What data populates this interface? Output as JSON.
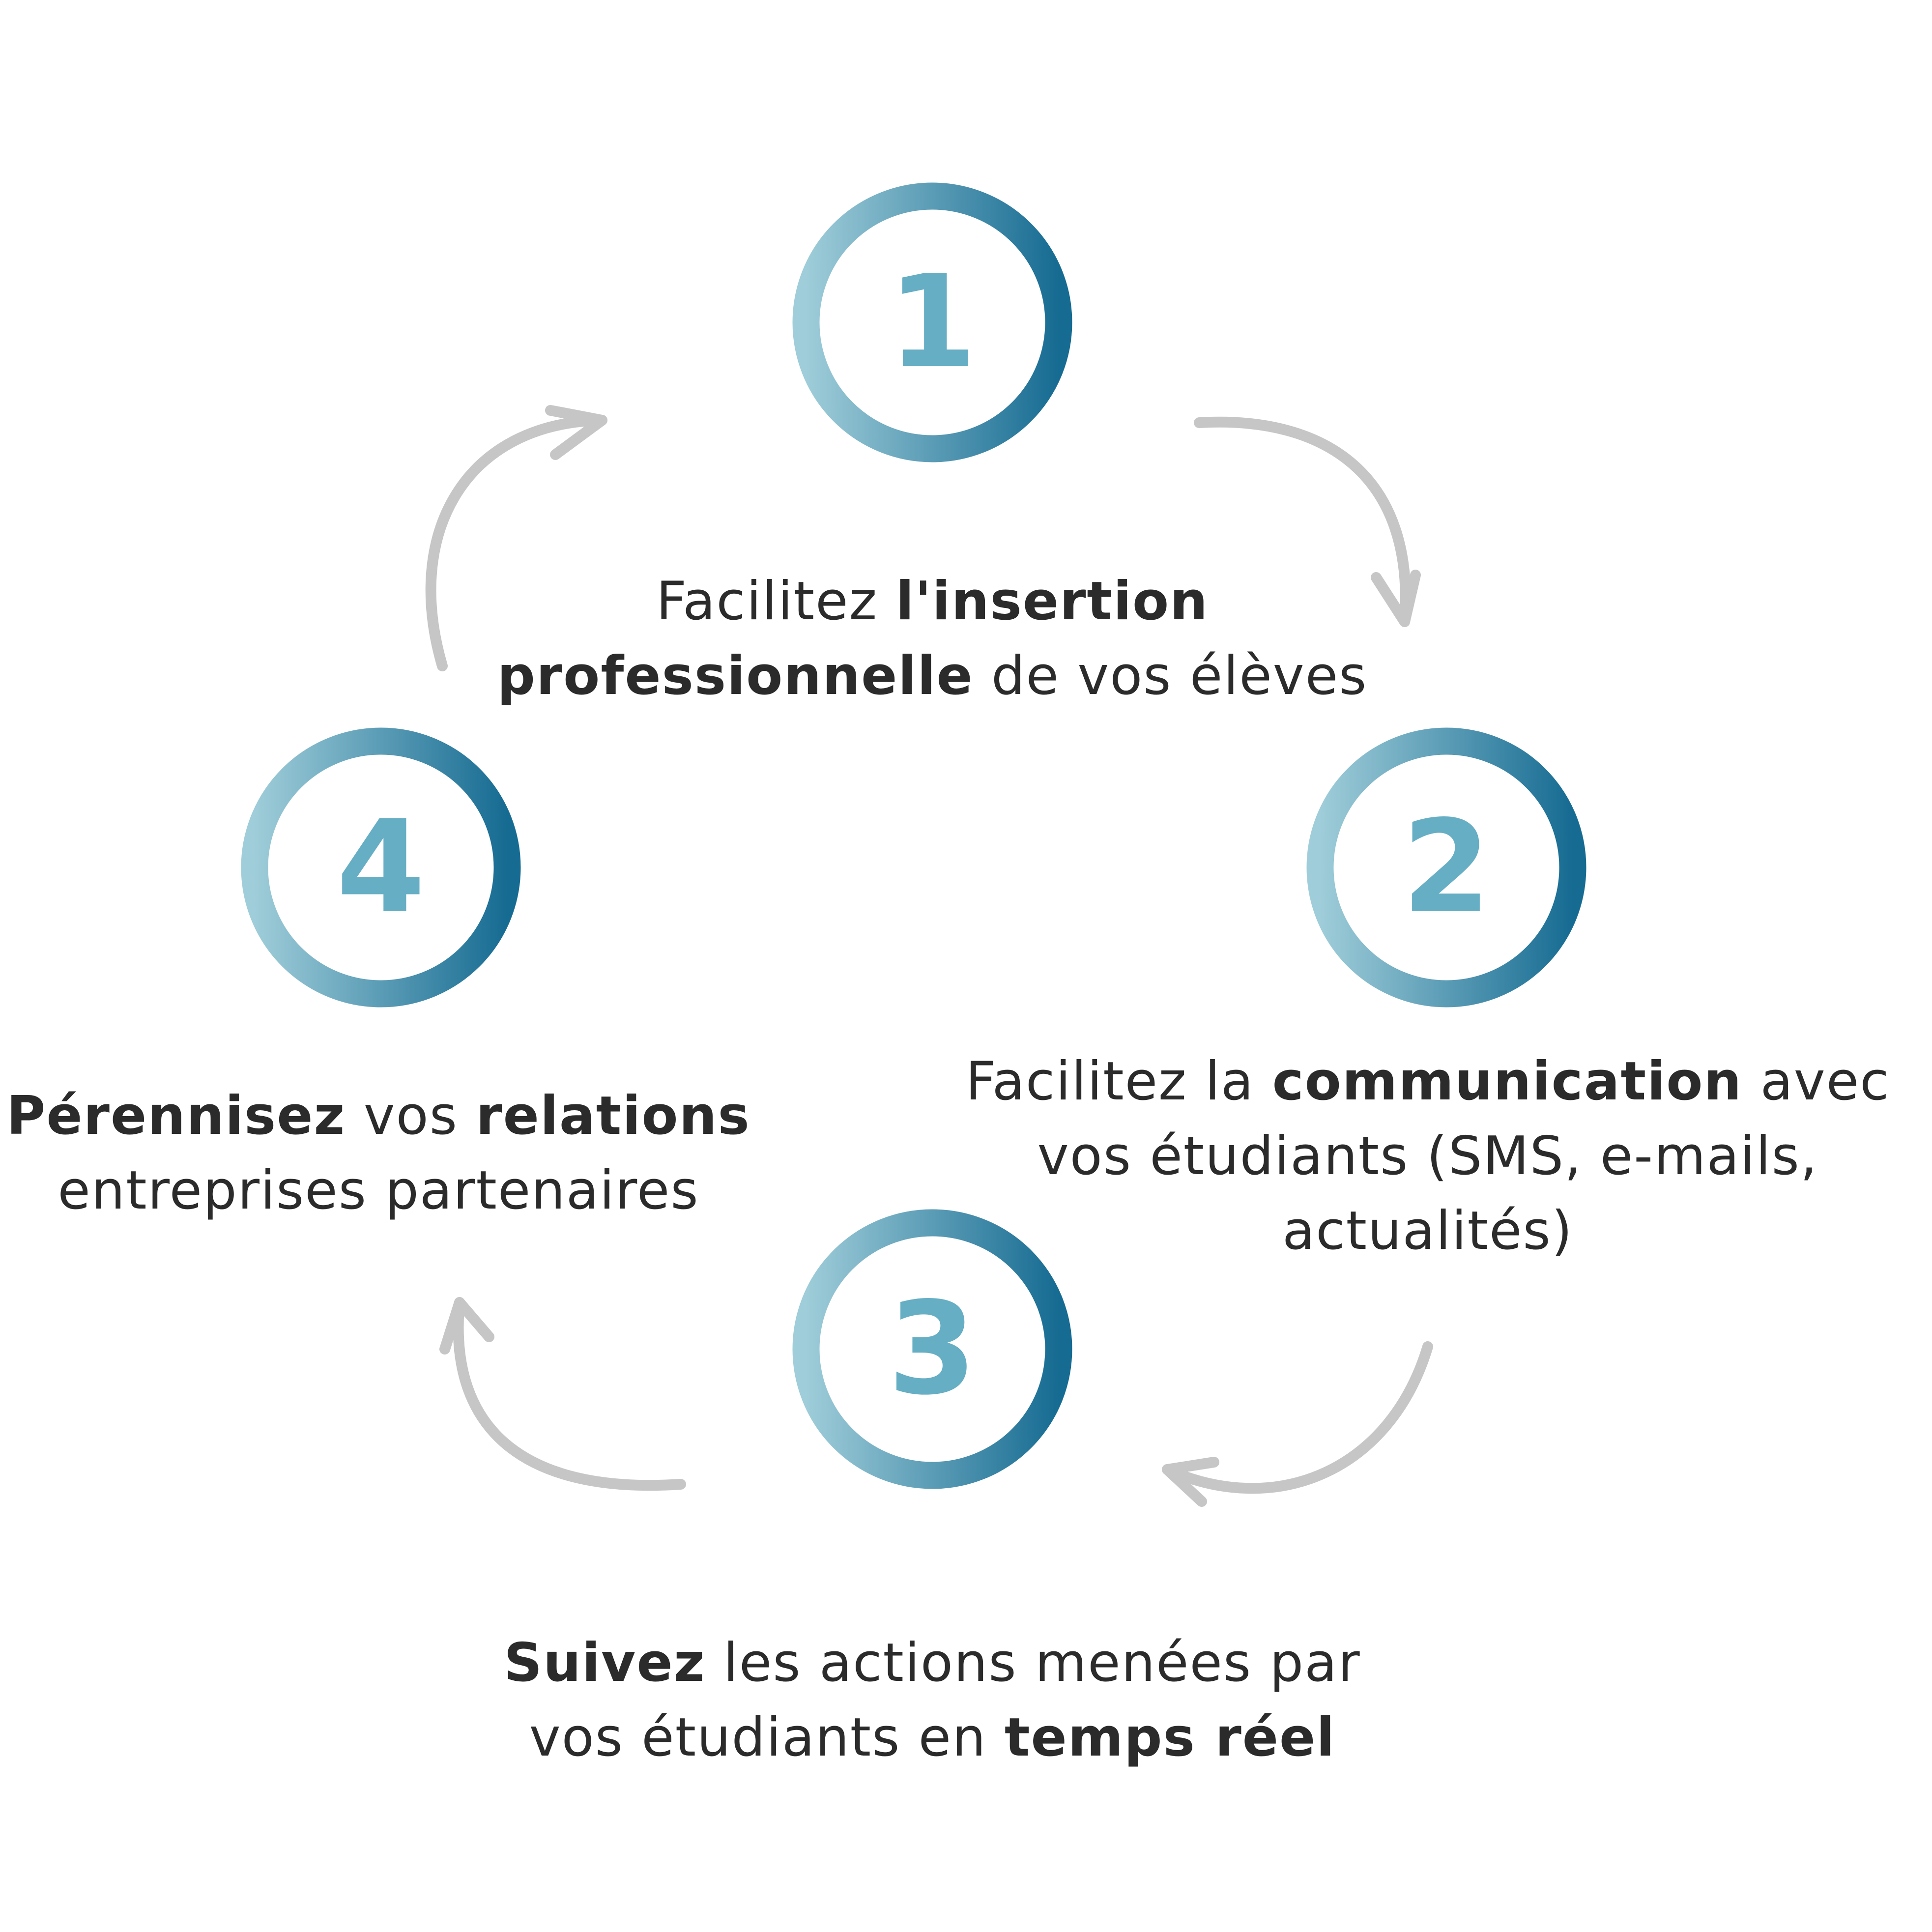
{
  "colors": {
    "ring_light": "#9fcdd9",
    "ring_dark": "#166b92",
    "number": "#65aec4",
    "arrow": "#c6c6c6",
    "text": "#2b2b2b"
  },
  "steps": [
    {
      "number": "1",
      "caption": [
        [
          {
            "t": "Facilitez ",
            "b": false
          },
          {
            "t": "l'insertion",
            "b": true
          }
        ],
        [
          {
            "t": "professionnelle",
            "b": true
          },
          {
            "t": " de vos élèves",
            "b": false
          }
        ]
      ]
    },
    {
      "number": "2",
      "caption": [
        [
          {
            "t": "Facilitez la ",
            "b": false
          },
          {
            "t": "communication",
            "b": true
          },
          {
            "t": " avec",
            "b": false
          }
        ],
        [
          {
            "t": "vos étudiants (SMS, e-mails,",
            "b": false
          }
        ],
        [
          {
            "t": "actualités)",
            "b": false
          }
        ]
      ]
    },
    {
      "number": "3",
      "caption": [
        [
          {
            "t": "Suivez",
            "b": true
          },
          {
            "t": " les actions menées par",
            "b": false
          }
        ],
        [
          {
            "t": "vos étudiants en ",
            "b": false
          },
          {
            "t": "temps réel",
            "b": true
          }
        ]
      ]
    },
    {
      "number": "4",
      "caption": [
        [
          {
            "t": "Pérennisez",
            "b": true
          },
          {
            "t": " vos ",
            "b": false
          },
          {
            "t": "relations",
            "b": true
          }
        ],
        [
          {
            "t": "entreprises partenaires",
            "b": false
          }
        ]
      ]
    }
  ]
}
